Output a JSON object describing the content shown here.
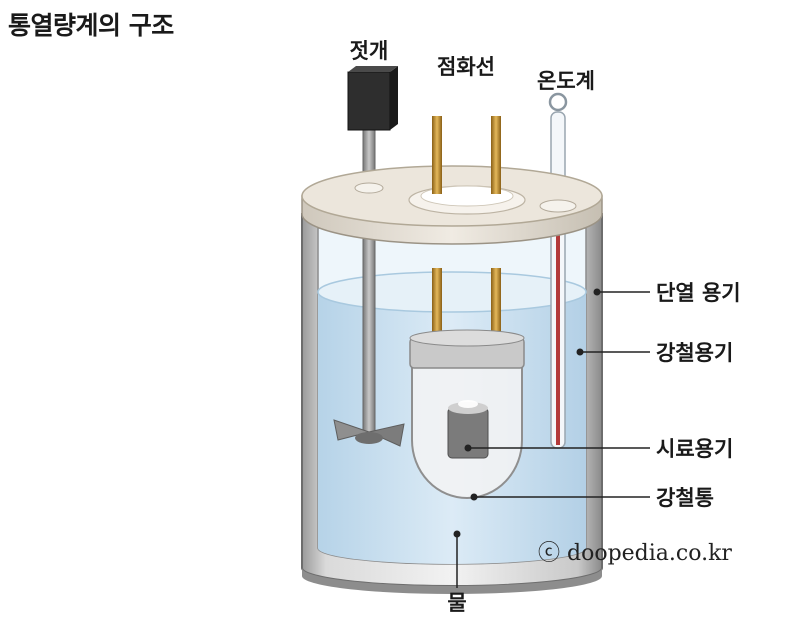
{
  "title": "통열량계의 구조",
  "labels": {
    "stirrer": "젓개",
    "ignition_wire": "점화선",
    "thermometer": "온도계",
    "insulated_container": "단열 용기",
    "steel_container": "강철용기",
    "sample_container": "시료용기",
    "steel_bomb": "강철통",
    "water": "물"
  },
  "credit": "ⓒ doopedia.co.kr",
  "colors": {
    "water": "#c8e0f0",
    "lid": "#ece6dc",
    "motor": "#2e2e2e",
    "electrode": "#c7962f",
    "thermometer_liquid": "#b33a3a"
  }
}
